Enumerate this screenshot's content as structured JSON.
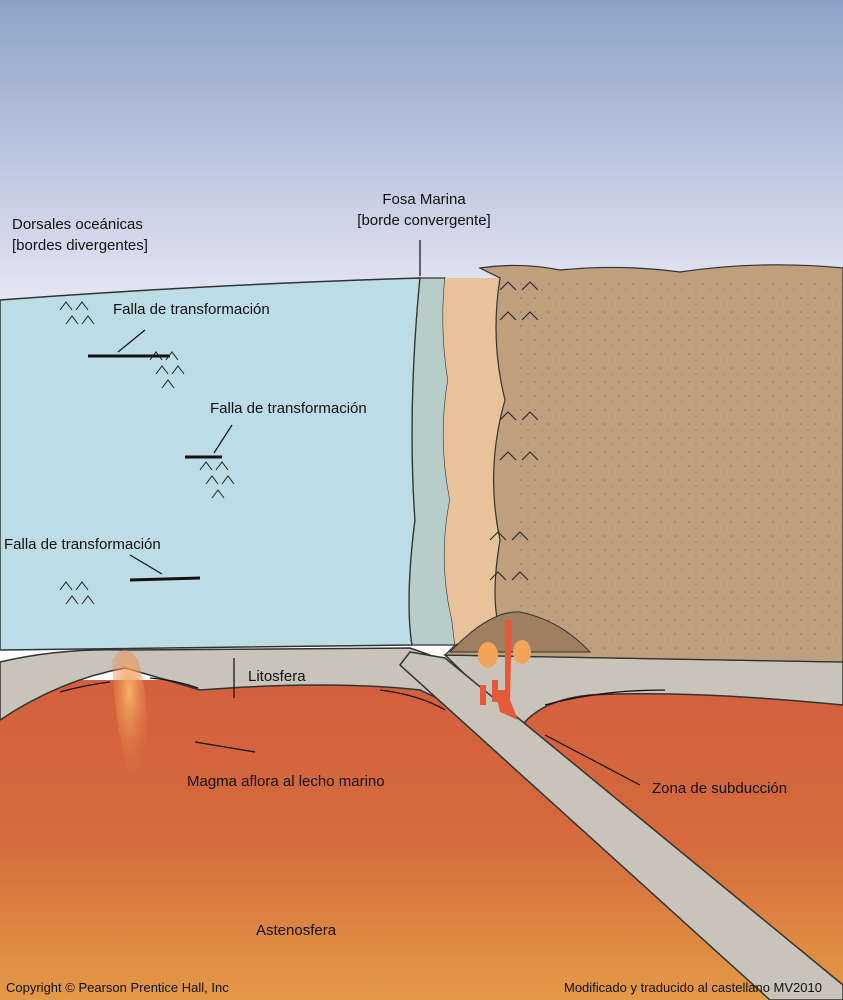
{
  "labels": {
    "ridges_line1": "Dorsales oceánicas",
    "ridges_line2": "[bordes divergentes]",
    "trench_line1": "Fosa Marina",
    "trench_line2": "[borde convergente]",
    "transform_fault_1": "Falla de transformación",
    "transform_fault_2": "Falla de transformación",
    "transform_fault_3": "Falla de transformación",
    "lithosphere": "Litosfera",
    "magma": "Magma aflora al lecho marino",
    "subduction": "Zona de subducción",
    "asthenosphere": "Astenosfera"
  },
  "footer": {
    "copyright": "Copyright © Pearson Prentice Hall, Inc",
    "credit": "Modificado y traducido al castellano MV2010"
  },
  "colors": {
    "sky_top": "#8fa3c9",
    "sky_bottom": "#dfe3f0",
    "ocean_crust": "#bcdde6",
    "trench_wedge": "#b7cdc9",
    "continent_light": "#e8c39a",
    "continent": "#bf9f7d",
    "lithosphere": "#c9c4b9",
    "asthenosphere": "#d5603e",
    "magma": "#e8823f"
  }
}
